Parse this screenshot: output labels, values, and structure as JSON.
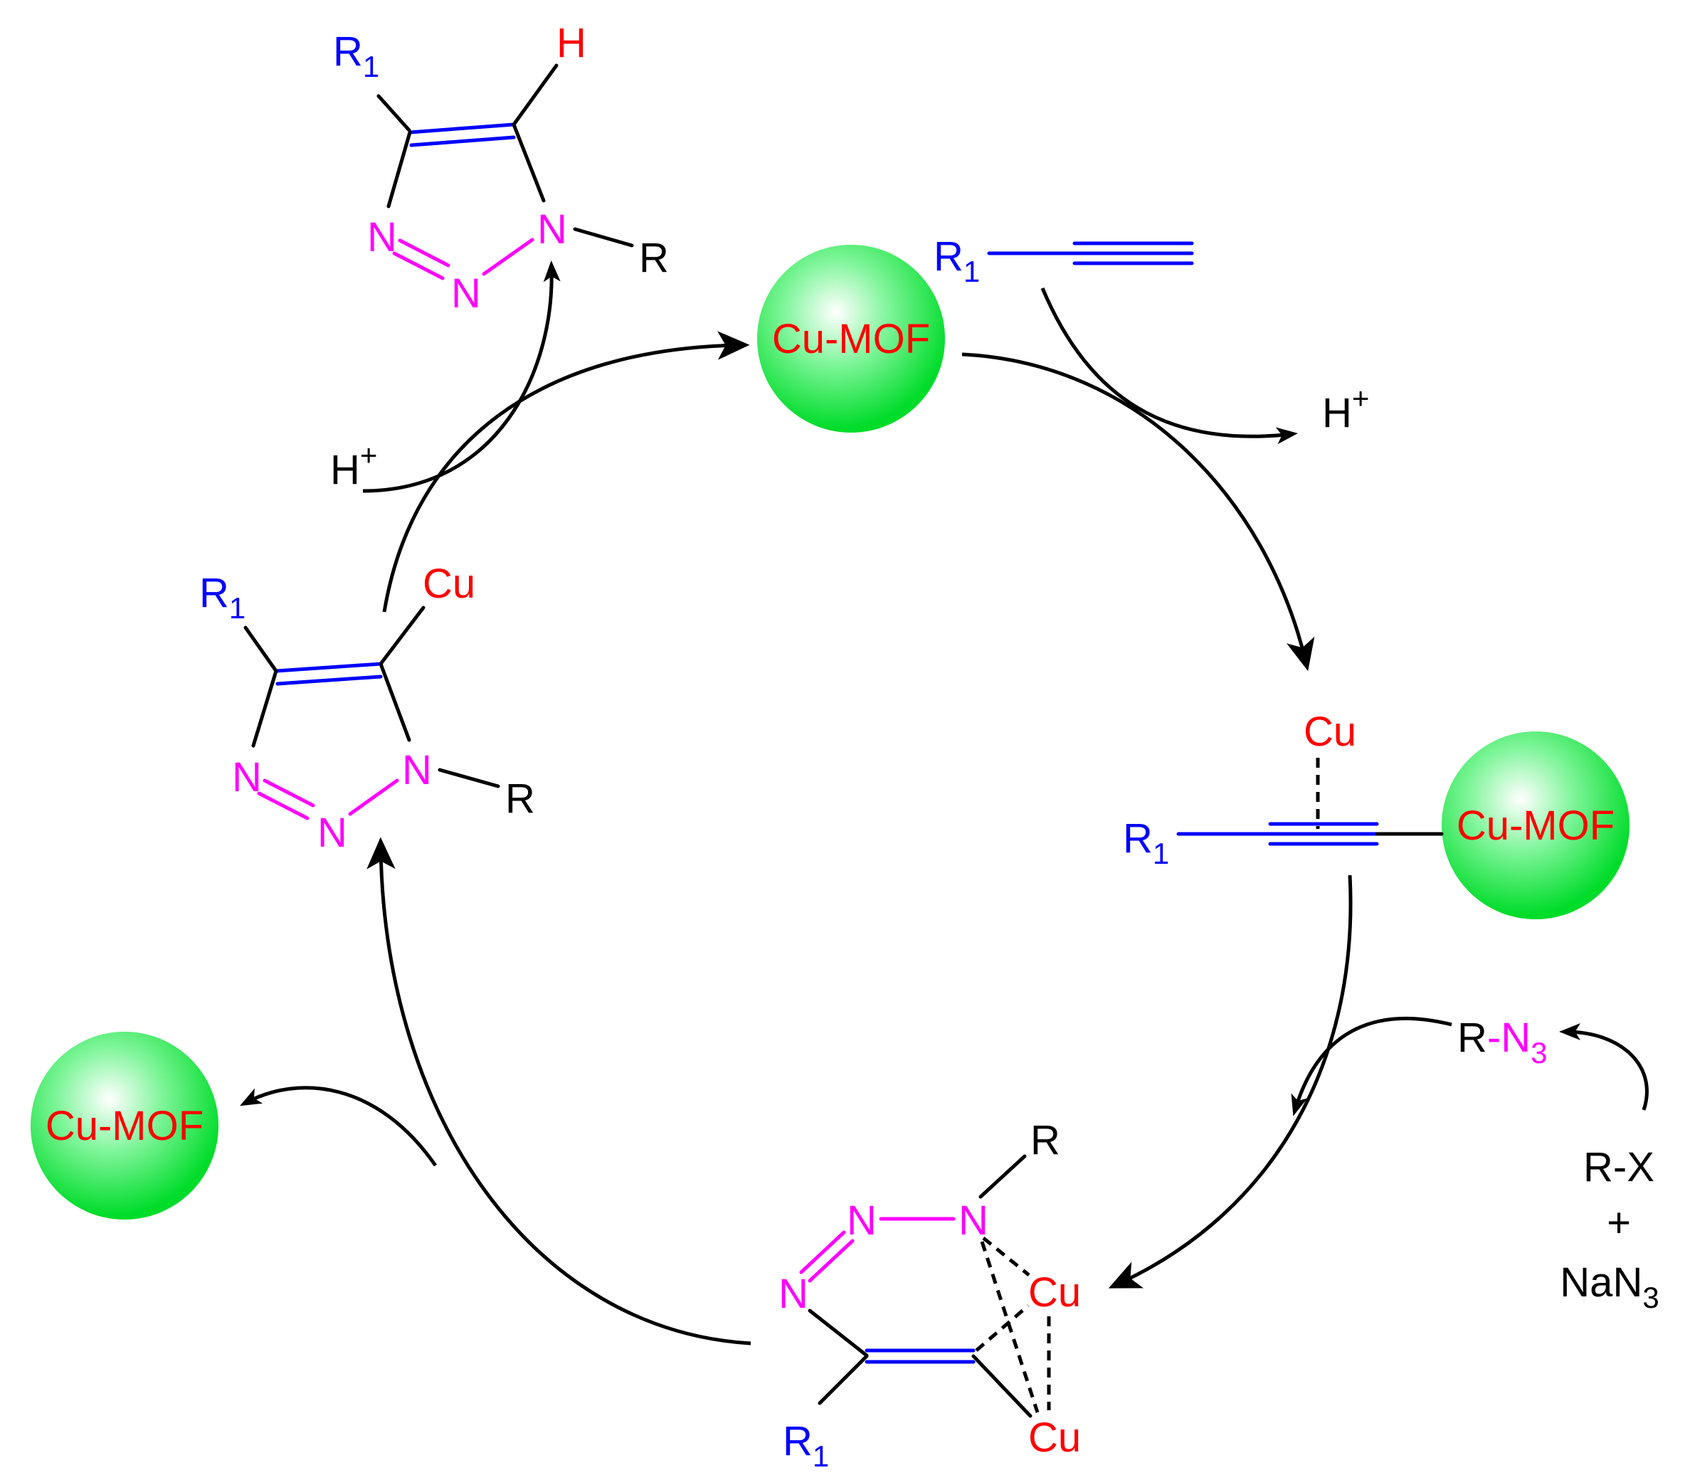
{
  "colors": {
    "r1": "#0000ff",
    "nitrogen": "#ff00ff",
    "copper": "#ff0000",
    "hydrogen": "#ff0000",
    "black": "#000000",
    "sphere_light": "#ffffff",
    "sphere_mid": "#7ff59a",
    "sphere_dark": "#00dc2a"
  },
  "catalyst": {
    "label": "Cu-MOF"
  },
  "alkyne": {
    "r": "R",
    "r_sub": "1"
  },
  "proton": {
    "h": "H",
    "charge": "+"
  },
  "product": {
    "r1": "R",
    "r1_sub": "1",
    "h": "H",
    "n1": "N",
    "n2": "N",
    "n3": "N",
    "r": "R"
  },
  "acetylide": {
    "cu": "Cu",
    "r1": "R",
    "r1_sub": "1"
  },
  "azide": {
    "r": "R",
    "dash_n": "-N",
    "sub": "3",
    "reagent_rx": "R-X",
    "plus": "+",
    "nan": "NaN",
    "nan_sub": "3"
  },
  "metallacycle": {
    "r": "R",
    "n1": "N",
    "n2": "N",
    "n3": "N",
    "cu_top": "Cu",
    "cu_bottom": "Cu",
    "r1": "R",
    "r1_sub": "1"
  },
  "triazolide": {
    "r1": "R",
    "r1_sub": "1",
    "cu": "Cu",
    "n1": "N",
    "n2": "N",
    "n3": "N",
    "r": "R"
  }
}
